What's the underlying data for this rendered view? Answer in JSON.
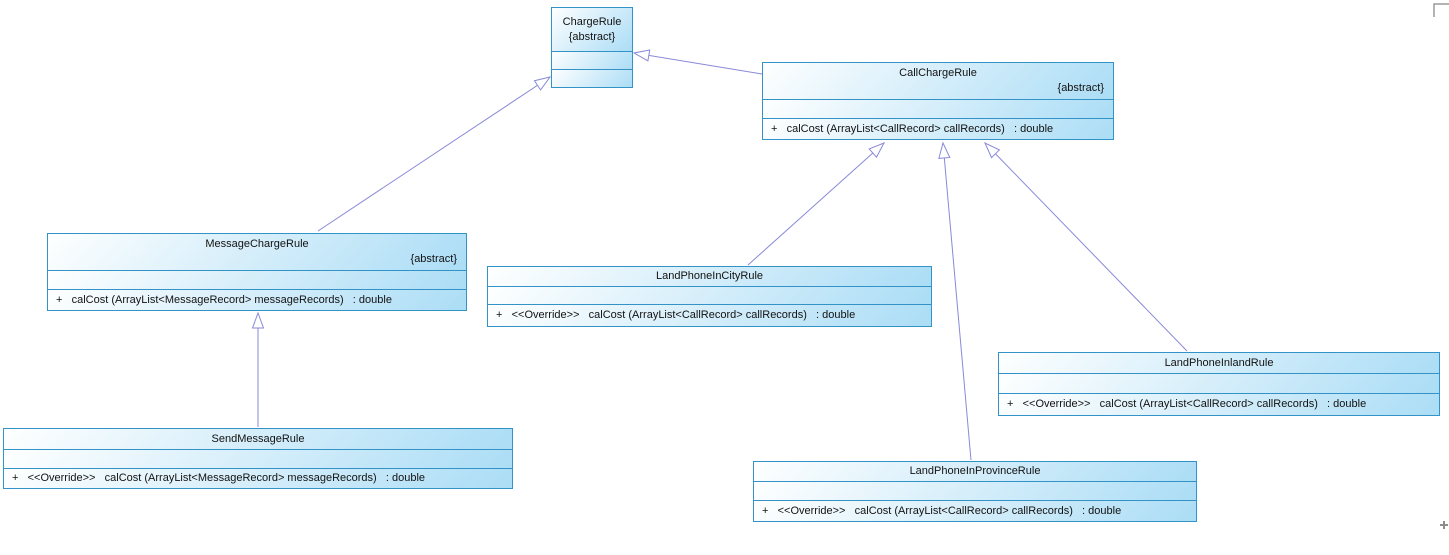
{
  "diagram_type": "uml-class-diagram",
  "classes": {
    "chargeRule": {
      "name": "ChargeRule",
      "stereotype": "{abstract}",
      "attributes": [],
      "methods": []
    },
    "callChargeRule": {
      "name": "CallChargeRule",
      "stereotype": "{abstract}",
      "attributes": [],
      "method": "+   calCost (ArrayList<CallRecord> callRecords)   : double"
    },
    "messageChargeRule": {
      "name": "MessageChargeRule",
      "stereotype": "{abstract}",
      "attributes": [],
      "method": "+   calCost (ArrayList<MessageRecord> messageRecords)   : double"
    },
    "landPhoneInCityRule": {
      "name": "LandPhoneInCityRule",
      "attributes": [],
      "method": "+   <<Override>>   calCost (ArrayList<CallRecord> callRecords)   : double"
    },
    "landPhoneInlandRule": {
      "name": "LandPhoneInlandRule",
      "attributes": [],
      "method": "+   <<Override>>   calCost (ArrayList<CallRecord> callRecords)   : double"
    },
    "sendMessageRule": {
      "name": "SendMessageRule",
      "attributes": [],
      "method": "+   <<Override>>   calCost (ArrayList<MessageRecord> messageRecords)   : double"
    },
    "landPhoneInProvinceRule": {
      "name": "LandPhoneInProvinceRule",
      "attributes": [],
      "method": "+   <<Override>>   calCost (ArrayList<CallRecord> callRecords)   : double"
    }
  },
  "relations": [
    {
      "from": "CallChargeRule",
      "to": "ChargeRule",
      "type": "generalization"
    },
    {
      "from": "MessageChargeRule",
      "to": "ChargeRule",
      "type": "generalization"
    },
    {
      "from": "LandPhoneInCityRule",
      "to": "CallChargeRule",
      "type": "generalization"
    },
    {
      "from": "LandPhoneInProvinceRule",
      "to": "CallChargeRule",
      "type": "generalization"
    },
    {
      "from": "LandPhoneInlandRule",
      "to": "CallChargeRule",
      "type": "generalization"
    },
    {
      "from": "SendMessageRule",
      "to": "MessageChargeRule",
      "type": "generalization"
    }
  ],
  "colors": {
    "box_border": "#3392c6",
    "box_fill_light": "#feffff",
    "box_fill_dark": "#abddf6",
    "relation_line": "#8989d9",
    "text": "#121212",
    "page_mark": "#9a9a9a",
    "background": "#ffffff"
  }
}
